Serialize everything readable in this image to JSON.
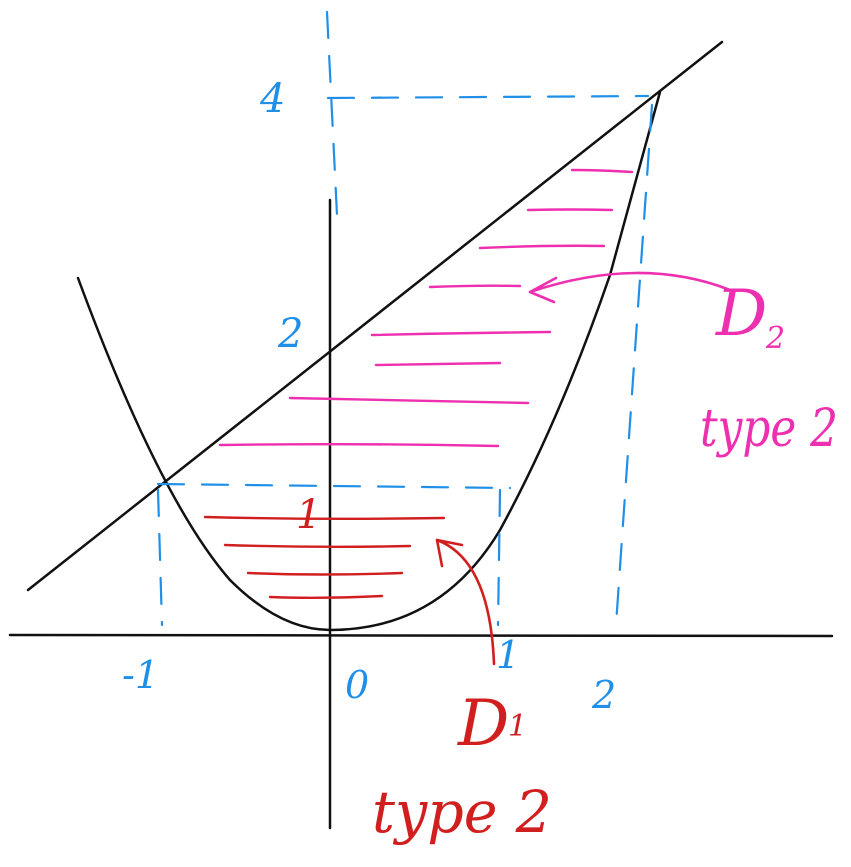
{
  "colors": {
    "ink": "#111111",
    "blue": "#1f8fe8",
    "red": "#d11f1f",
    "pink": "#ee2fb0"
  },
  "axis_labels": {
    "x": [
      "-1",
      "0",
      "1",
      "2"
    ],
    "y": [
      "1",
      "2",
      "4"
    ]
  },
  "regions": {
    "d1": {
      "name": "D",
      "sub": "1",
      "type": "type 2"
    },
    "d2": {
      "name": "D",
      "sub": "2",
      "type": "type 2"
    }
  }
}
